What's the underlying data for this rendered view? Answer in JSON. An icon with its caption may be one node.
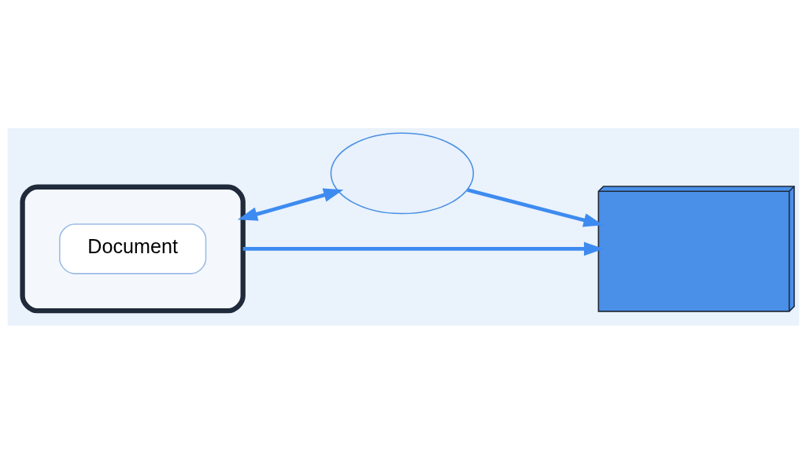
{
  "diagram": {
    "nodes": [
      {
        "text": [],
        "shape": "picture"
      },
      {
        "text": [
          "Document"
        ],
        "in": 0
      },
      {
        "text": [],
        "shape": "cloud"
      },
      {
        "text": [],
        "shape": "picture"
      }
    ],
    "edges": [
      {
        "from": 0,
        "to": 2,
        "arrow": "both"
      },
      {
        "from": 2,
        "to": 3,
        "arrow": "to"
      },
      {
        "from": 0,
        "to": 3,
        "arrow": "to"
      }
    ]
  }
}
